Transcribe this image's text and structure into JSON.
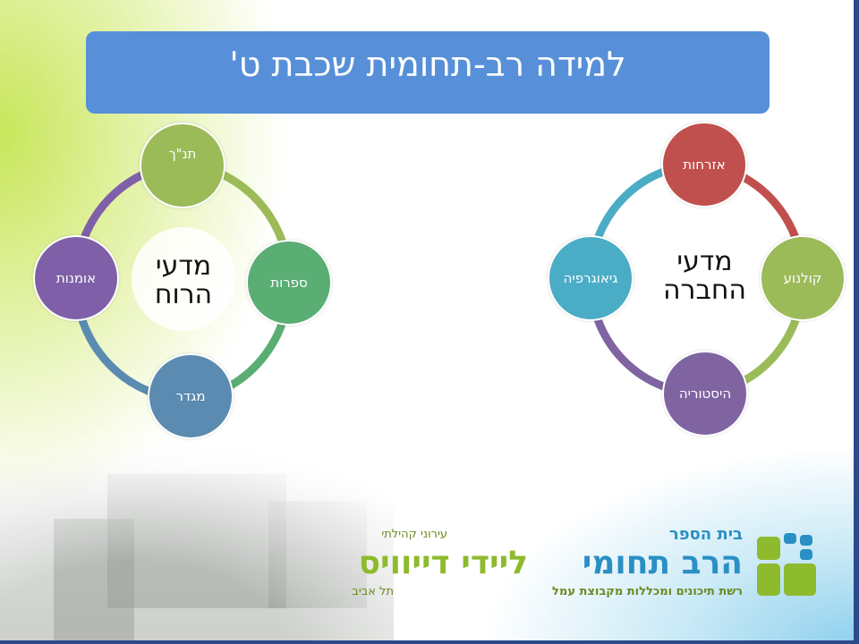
{
  "slide": {
    "title": "למידה רב-תחומית שכבת ט'"
  },
  "left_cycle": {
    "center": [
      "מדעי",
      "הרוח"
    ],
    "nodes": [
      {
        "label": "תנ\"ך",
        "color": "#9bbb59"
      },
      {
        "label": "ספרות",
        "color": "#5aae74"
      },
      {
        "label": "מגדר",
        "color": "#5b8bb0"
      },
      {
        "label": "אומנות",
        "color": "#7f60a8"
      }
    ]
  },
  "right_cycle": {
    "center": [
      "מדעי",
      "החברה"
    ],
    "nodes": [
      {
        "label": "אזרחות",
        "color": "#c0504d"
      },
      {
        "label": "קולנוע",
        "color": "#9bbb59"
      },
      {
        "label": "היסטוריה",
        "color": "#8064a2"
      },
      {
        "label": "גיאוגרפיה",
        "color": "#4bacc6"
      }
    ]
  },
  "logo": {
    "school_prefix": "בית הספר",
    "school_name": "הרב תחומי",
    "name_green": "ליידי דייוויס",
    "community": "עירוני קהילתי",
    "city": "תל אביב",
    "network": "רשת תיכונים ומכללות מקבוצת עמל"
  }
}
